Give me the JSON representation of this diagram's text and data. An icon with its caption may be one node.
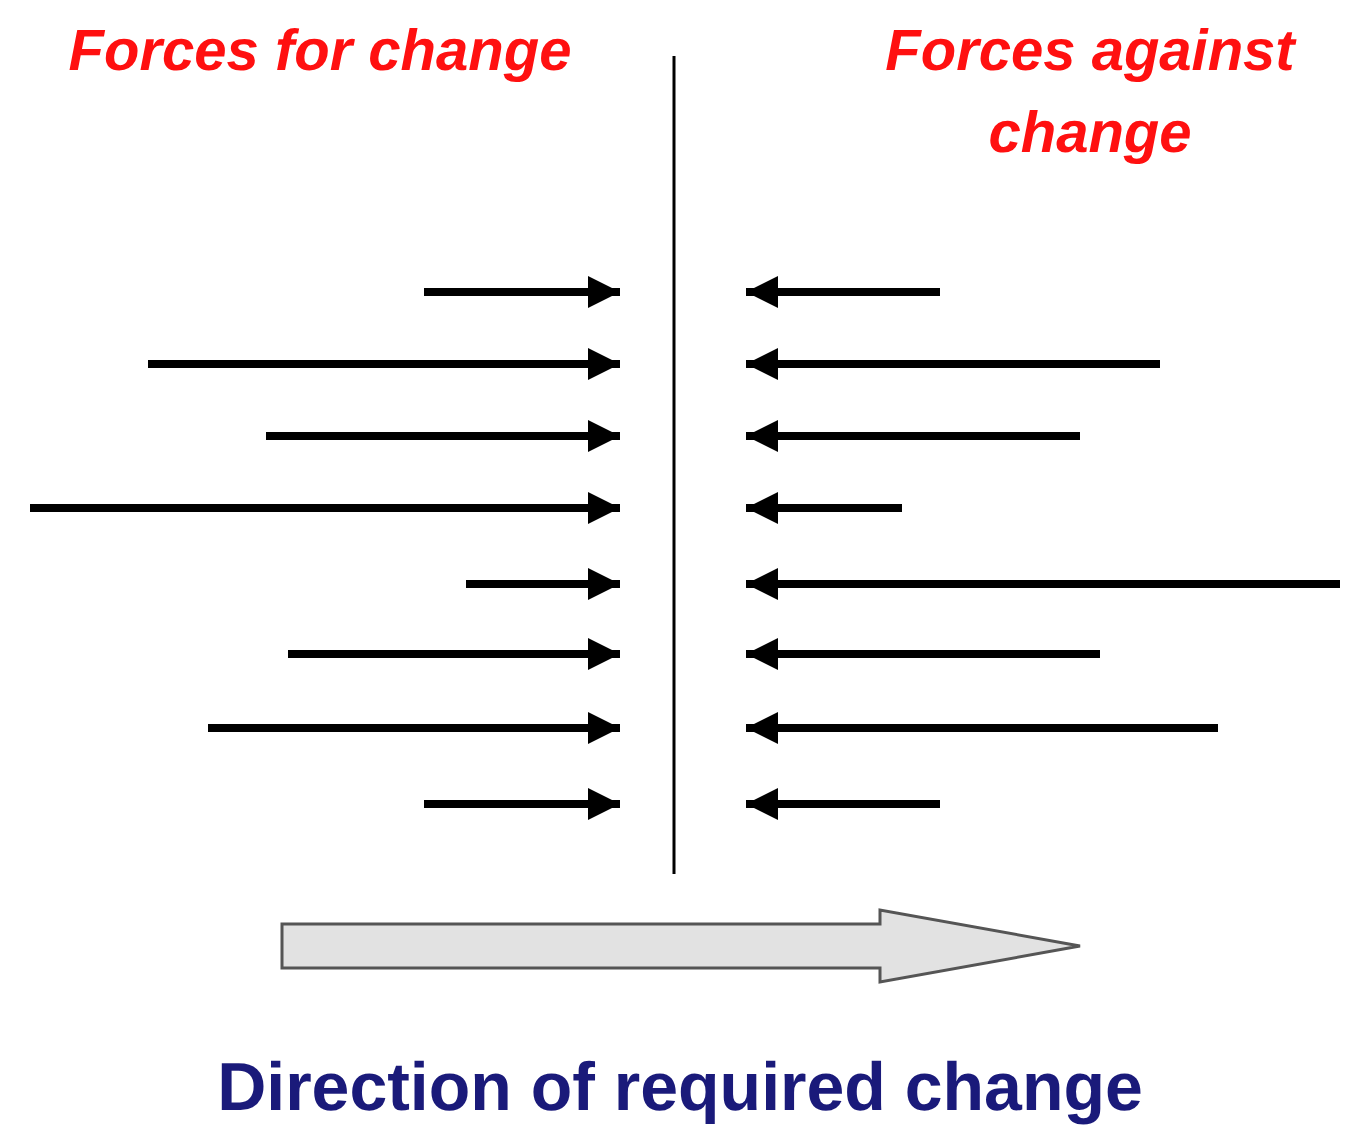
{
  "diagram": {
    "caption": "Direction of required change",
    "labels": [
      "Forces for change",
      "Forces against change"
    ]
  }
}
